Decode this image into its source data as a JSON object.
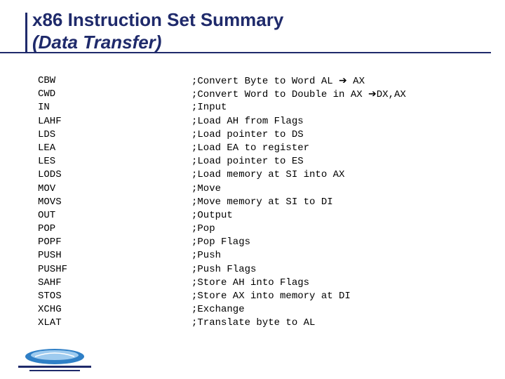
{
  "slide": {
    "title_line1": "x86 Instruction Set Summary",
    "title_line2": "(Data Transfer)"
  },
  "instructions": [
    {
      "mnemonic": "CBW",
      "comment": ";Convert Byte to Word AL ",
      "arrow": "➔",
      "comment_tail": " AX"
    },
    {
      "mnemonic": "CWD",
      "comment": ";Convert Word to Double in AX ",
      "arrow": "➔",
      "comment_tail": "DX,AX"
    },
    {
      "mnemonic": "IN",
      "comment": ";Input"
    },
    {
      "mnemonic": "LAHF",
      "comment": ";Load AH from Flags"
    },
    {
      "mnemonic": "LDS",
      "comment": ";Load pointer to DS"
    },
    {
      "mnemonic": "LEA",
      "comment": ";Load EA to register"
    },
    {
      "mnemonic": "LES",
      "comment": ";Load pointer to ES"
    },
    {
      "mnemonic": "LODS",
      "comment": ";Load memory at SI into AX"
    },
    {
      "mnemonic": "MOV",
      "comment": ";Move"
    },
    {
      "mnemonic": "MOVS",
      "comment": ";Move memory at SI to DI"
    },
    {
      "mnemonic": "OUT",
      "comment": ";Output"
    },
    {
      "mnemonic": "POP",
      "comment": ";Pop"
    },
    {
      "mnemonic": "POPF",
      "comment": ";Pop Flags"
    },
    {
      "mnemonic": "PUSH",
      "comment": ";Push"
    },
    {
      "mnemonic": "PUSHF",
      "comment": ";Push Flags"
    },
    {
      "mnemonic": "SAHF",
      "comment": ";Store AH into Flags"
    },
    {
      "mnemonic": "STOS",
      "comment": ";Store AX into memory at DI"
    },
    {
      "mnemonic": "XCHG",
      "comment": ";Exchange"
    },
    {
      "mnemonic": "XLAT",
      "comment": ";Translate byte to AL"
    }
  ],
  "colors": {
    "title": "#1f2a6b",
    "logo_blue": "#2f7fc6",
    "logo_light": "#9ecbef"
  },
  "icons": {
    "logo": "globe-logo-icon",
    "arrow": "right-arrow-icon"
  }
}
